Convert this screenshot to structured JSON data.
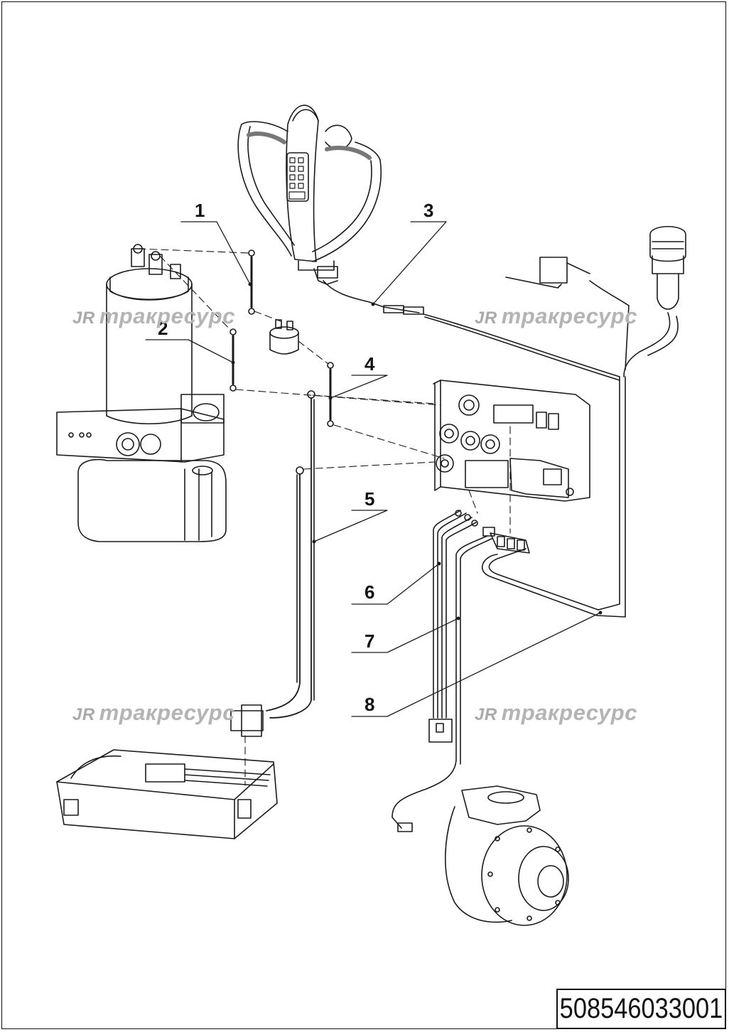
{
  "drawing": {
    "part_number": "508546033001",
    "callouts": [
      {
        "id": "1",
        "label": "1"
      },
      {
        "id": "2",
        "label": "2"
      },
      {
        "id": "3",
        "label": "3"
      },
      {
        "id": "4",
        "label": "4"
      },
      {
        "id": "5",
        "label": "5"
      },
      {
        "id": "6",
        "label": "6"
      },
      {
        "id": "7",
        "label": "7"
      },
      {
        "id": "8",
        "label": "8"
      }
    ],
    "watermark": {
      "logo": "JR",
      "text": "тракресурс"
    },
    "colors": {
      "line": "#1a1a1a",
      "watermark": "#b4b4b4",
      "background": "#ffffff"
    }
  }
}
